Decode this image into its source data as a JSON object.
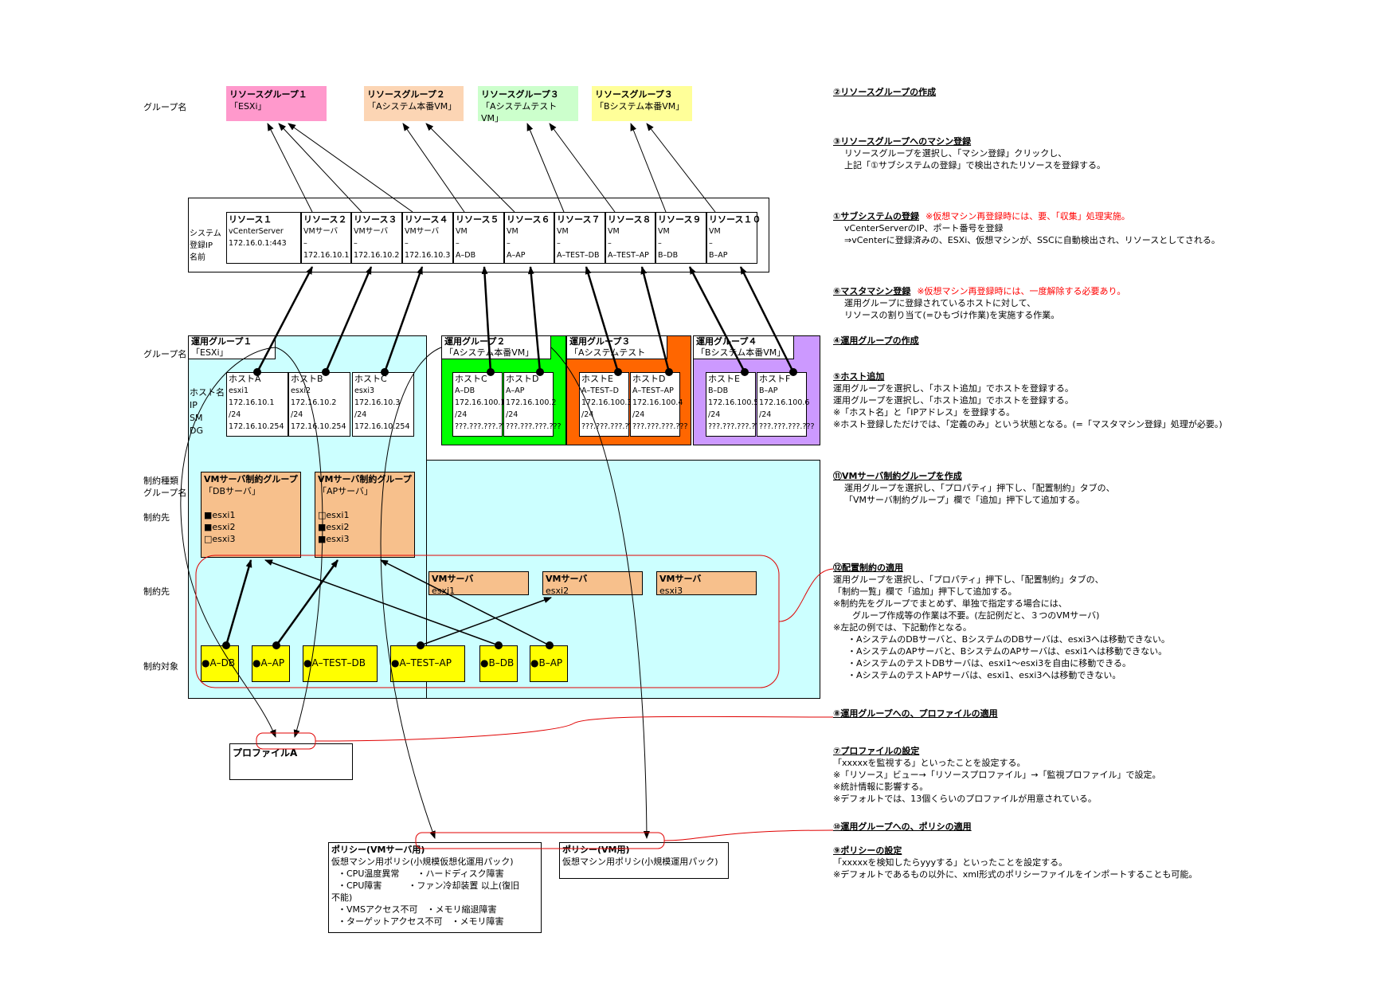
{
  "labels": {
    "group_name": "グループ名",
    "group_name2": "グループ名",
    "constraint_kind": "制約種類",
    "group_name3": "グループ名",
    "constraint_dest": "制約先",
    "constraint_dest2": "制約先",
    "constraint_target": "制約対象",
    "sys_row1": "システム",
    "sys_row2": "登録IP",
    "sys_row3": "名前"
  },
  "resource_groups": [
    {
      "title": "リソースグループ１",
      "sub": "「ESXi」",
      "color": "#ff99cc"
    },
    {
      "title": "リソースグループ２",
      "sub": "「Aシステム本番VM」",
      "color": "#fcd5b4"
    },
    {
      "title": "リソースグループ３",
      "sub": "「Aシステムテスト VM」",
      "color": "#ccffcc"
    },
    {
      "title": "リソースグループ３",
      "sub": "「Bシステム本番VM」",
      "color": "#ffff99"
    }
  ],
  "resources": [
    {
      "name": "リソース１",
      "sys": "vCenterServer",
      "ip": "172.16.0.1:443",
      "nm": ""
    },
    {
      "name": "リソース２",
      "sys": "VMサーバ",
      "ip": "–",
      "nm": "172.16.10.1"
    },
    {
      "name": "リソース３",
      "sys": "VMサーバ",
      "ip": "–",
      "nm": "172.16.10.2"
    },
    {
      "name": "リソース４",
      "sys": "VMサーバ",
      "ip": "–",
      "nm": "172.16.10.3"
    },
    {
      "name": "リソース５",
      "sys": "VM",
      "ip": "–",
      "nm": "A–DB"
    },
    {
      "name": "リソース６",
      "sys": "VM",
      "ip": "–",
      "nm": "A–AP"
    },
    {
      "name": "リソース７",
      "sys": "VM",
      "ip": "–",
      "nm": "A–TEST–DB"
    },
    {
      "name": "リソース８",
      "sys": "VM",
      "ip": "–",
      "nm": "A–TEST–AP"
    },
    {
      "name": "リソース９",
      "sys": "VM",
      "ip": "–",
      "nm": "B–DB"
    },
    {
      "name": "リソース１０",
      "sys": "VM",
      "ip": "–",
      "nm": "B–AP"
    }
  ],
  "ops_groups": [
    {
      "title": "運用グループ１",
      "sub": "「ESXi」"
    },
    {
      "title": "運用グループ２",
      "sub": "「Aシステム本番VM」",
      "color": "#00ff00"
    },
    {
      "title": "運用グループ３",
      "sub": "「Aシステムテスト",
      "color": "#ff6600"
    },
    {
      "title": "運用グループ４",
      "sub": "「Bシステム本番VM」",
      "color": "#cc99ff"
    }
  ],
  "host_row_labels": [
    "ホスト名",
    "IP",
    "SM",
    "DG"
  ],
  "hosts_g1": [
    {
      "h": "ホストA",
      "n": "esxi1",
      "ip": "172.16.10.1",
      "sm": "/24",
      "dg": "172.16.10.254"
    },
    {
      "h": "ホストB",
      "n": "esxi2",
      "ip": "172.16.10.2",
      "sm": "/24",
      "dg": "172.16.10.254"
    },
    {
      "h": "ホストC",
      "n": "esxi3",
      "ip": "172.16.10.3",
      "sm": "/24",
      "dg": "172.16.10.254"
    }
  ],
  "hosts_g2": [
    {
      "h": "ホストC",
      "n": "A–DB",
      "ip": "172.16.100.1",
      "sm": "/24",
      "dg": "???.???.???.??"
    },
    {
      "h": "ホストD",
      "n": "A–AP",
      "ip": "172.16.100.2",
      "sm": "/24",
      "dg": "???.???.???.???"
    }
  ],
  "hosts_g3": [
    {
      "h": "ホストE",
      "n": "A–TEST–D",
      "ip": "172.16.100.3",
      "sm": "/24",
      "dg": "???.???.???.??"
    },
    {
      "h": "ホストD",
      "n": "A–TEST–AP",
      "ip": "172.16.100.4",
      "sm": "/24",
      "dg": "???.???.???.???"
    }
  ],
  "hosts_g4": [
    {
      "h": "ホストE",
      "n": "B–DB",
      "ip": "172.16.100.5",
      "sm": "/24",
      "dg": "???.???.???.??"
    },
    {
      "h": "ホストF",
      "n": "B–AP",
      "ip": "172.16.100.6",
      "sm": "/24",
      "dg": "???.???.???.???"
    }
  ],
  "vm_constraint_groups": [
    {
      "title": "VMサーバ制約グループ",
      "sub": "「DBサーバ」",
      "items": [
        "■esxi1",
        "■esxi2",
        "□esxi3"
      ]
    },
    {
      "title": "VMサーバ制約グループ",
      "sub": "「APサーバ」",
      "items": [
        "□esxi1",
        "■esxi2",
        "■esxi3"
      ]
    }
  ],
  "vm_servers": [
    {
      "title": "VMサーバ",
      "name": "esxi1"
    },
    {
      "title": "VMサーバ",
      "name": "esxi2"
    },
    {
      "title": "VMサーバ",
      "name": "esxi3"
    }
  ],
  "targets": [
    "●A–DB",
    "●A–AP",
    "●A–TEST–DB",
    "●A–TEST–AP",
    "●B–DB",
    "●B–AP"
  ],
  "profile": {
    "title": "プロファイルA"
  },
  "policy_vmserver": {
    "title": "ポリシー(VMサーバ用)",
    "lines": [
      "仮想マシン用ポリシ(小規模仮想化運用パック)",
      "・CPU温度異常　　・ハードディスク障害",
      "・CPU障害　　　・ファン冷却装置 以上(復旧",
      "不能)",
      "・VMSアクセス不可　・メモリ縮退障害",
      "・ターゲットアクセス不可　・メモリ障害"
    ]
  },
  "policy_vm": {
    "title": "ポリシー(VM用)",
    "line": "仮想マシン用ポリシ(小規模運用パック)"
  },
  "notes": [
    {
      "hd": "②リソースグループの作成",
      "red": "",
      "lines": []
    },
    {
      "hd": "③リソースグループへのマシン登録",
      "red": "",
      "lines": [
        "リソースグループを選択し、「マシン登録」クリックし、",
        "上記「①サブシステムの登録」で検出されたリソースを登録する。"
      ]
    },
    {
      "hd": "①サブシステムの登録",
      "red": "※仮想マシン再登録時には、要、「収集」処理実施。",
      "lines": [
        "vCenterServerのIP、ポート番号を登録",
        "⇒vCenterに登録済みの、ESXi、仮想マシンが、SSCに自動検出され、リソースとしてされる。"
      ]
    },
    {
      "hd": "⑥マスタマシン登録",
      "red": "※仮想マシン再登録時には、一度解除する必要あり。",
      "lines": [
        "運用グループに登録されているホストに対して、",
        "リソースの割り当て(=ひもづけ作業)を実施する作業。"
      ]
    },
    {
      "hd": "④運用グループの作成",
      "red": "",
      "lines": []
    },
    {
      "hd": "⑤ホスト追加",
      "red": "",
      "lines": [
        "運用グループを選択し、「ホスト追加」でホストを登録する。",
        "運用グループを選択し、「ホスト追加」でホストを登録する。",
        "※「ホスト名」と「IPアドレス」を登録する。",
        "※ホスト登録しただけでは、「定義のみ」という状態となる。(=「マスタマシン登録」処理が必要。)"
      ]
    },
    {
      "hd": "⑪VMサーバ制約グループを作成",
      "red": "",
      "lines": [
        "運用グループを選択し、「プロパティ」押下し、「配置制約」タブの、",
        "「VMサーバ制約グループ」欄で「追加」押下して追加する。"
      ]
    },
    {
      "hd": "⑫配置制約の適用",
      "red": "",
      "lines": [
        "運用グループを選択し、「プロパティ」押下し、「配置制約」タブの、",
        "「制約一覧」欄で「追加」押下して追加する。",
        "※制約先をグループでまとめず、単独で指定する場合には、",
        "グループ作成等の作業は不要。(左記例だと、３つのVMサーバ)",
        "※左記の例では、下記動作となる。",
        "・AシステムのDBサーバと、BシステムのDBサーバは、esxi3へは移動できない。",
        "・AシステムのAPサーバと、BシステムのAPサーバは、esxi1へは移動できない。",
        "・AシステムのテストDBサーバは、esxi1～esxi3を自由に移動できる。",
        "・AシステムのテストAPサーバは、esxi1、esxi3へは移動できない。"
      ]
    },
    {
      "hd": "⑧運用グループへの、プロファイルの適用",
      "red": "",
      "lines": []
    },
    {
      "hd": "⑦プロファイルの設定",
      "red": "",
      "lines": [
        "「xxxxxを監視する」といったことを設定する。",
        "※「リソース」ビュー→「リソースプロファイル」→「監視プロファイル」で設定。",
        "※統計情報に影響する。",
        "※デフォルトでは、13個くらいのプロファイルが用意されている。"
      ]
    },
    {
      "hd": "⑩運用グループへの、ポリシの適用",
      "red": "",
      "lines": []
    },
    {
      "hd": "⑨ポリシーの設定",
      "red": "",
      "lines": [
        "「xxxxxを検知したらyyyする」といったことを設定する。",
        "※デフォルトであるもの以外に、xml形式のポリシーファイルをインポートすることも可能。"
      ]
    }
  ]
}
